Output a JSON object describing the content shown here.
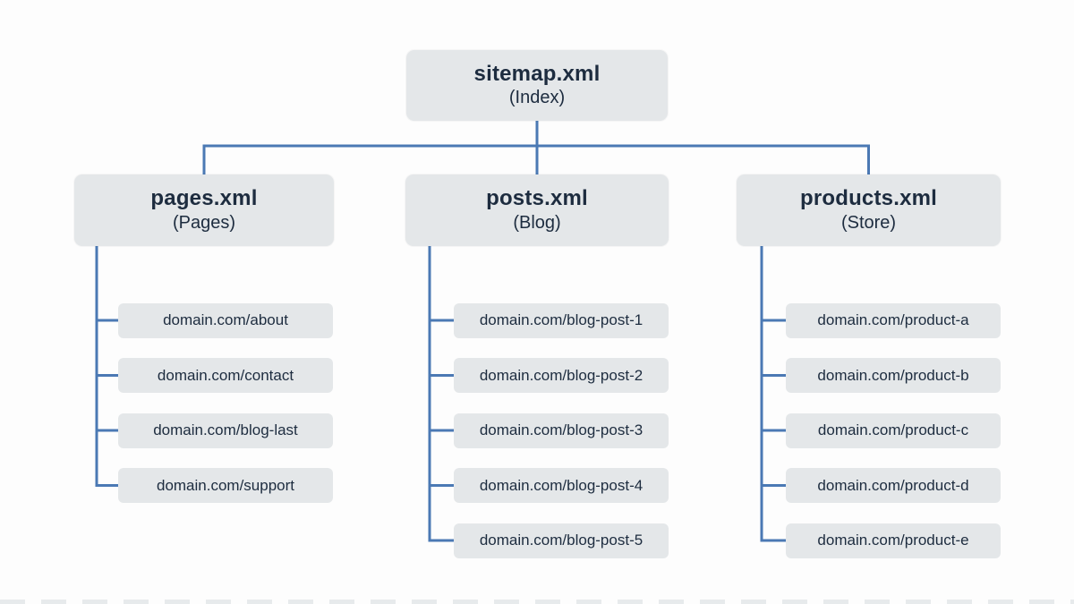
{
  "diagram": {
    "root": {
      "title": "sitemap.xml",
      "subtitle": "(Index)"
    },
    "branches": [
      {
        "title": "pages.xml",
        "subtitle": "(Pages)",
        "leaves": [
          "domain.com/about",
          "domain.com/contact",
          "domain.com/blog-last",
          "domain.com/support"
        ]
      },
      {
        "title": "posts.xml",
        "subtitle": "(Blog)",
        "leaves": [
          "domain.com/blog-post-1",
          "domain.com/blog-post-2",
          "domain.com/blog-post-3",
          "domain.com/blog-post-4",
          "domain.com/blog-post-5"
        ]
      },
      {
        "title": "products.xml",
        "subtitle": "(Store)",
        "leaves": [
          "domain.com/product-a",
          "domain.com/product-b",
          "domain.com/product-c",
          "domain.com/product-d",
          "domain.com/product-e"
        ]
      }
    ],
    "colors": {
      "background": "#fdfdfd",
      "box_fill": "#e4e7e9",
      "connector": "#4b79b4",
      "text": "#1d2c3f"
    }
  }
}
